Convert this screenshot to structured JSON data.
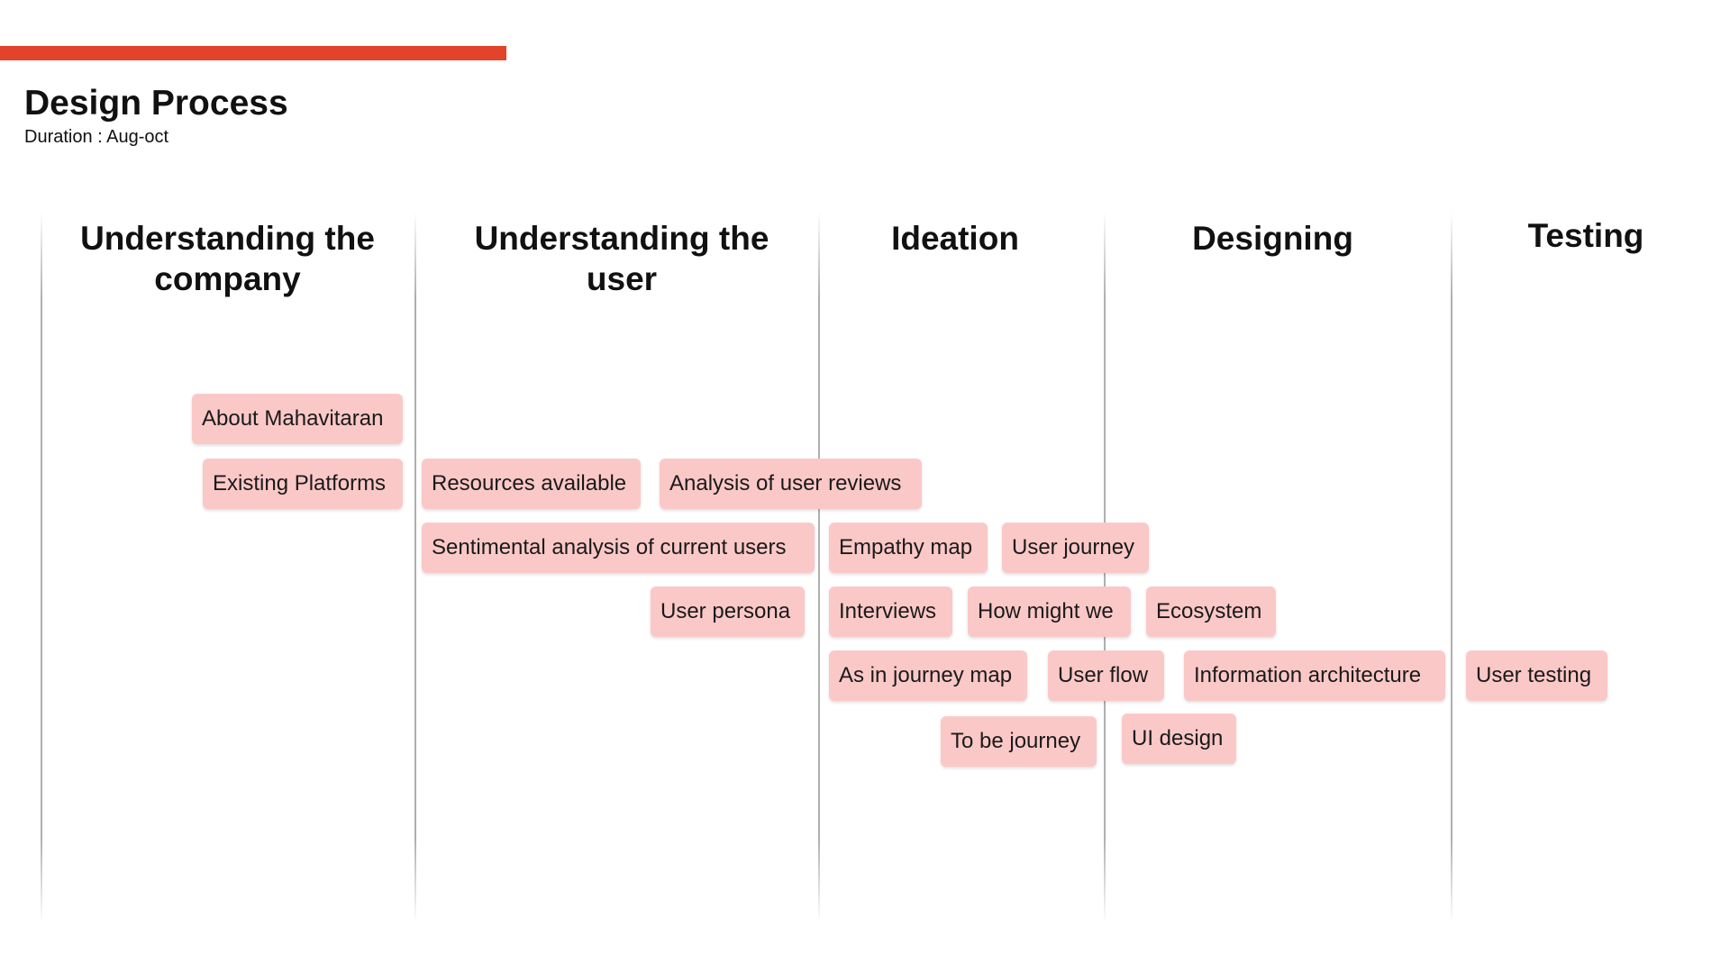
{
  "colors": {
    "accent": "#e3432a",
    "tag_background": "#fbc8c8",
    "divider": "#afafaf"
  },
  "header": {
    "title": "Design Process",
    "subtitle": "Duration : Aug-oct"
  },
  "phases": [
    "Understanding the company",
    "Understanding the user",
    "Ideation",
    "Designing",
    "Testing"
  ],
  "tags": [
    "About Mahavitaran",
    "Existing Platforms",
    "Resources available",
    "Analysis of user reviews",
    "Sentimental analysis of current users",
    "Empathy map",
    "User journey",
    "User persona",
    "Interviews",
    "How might we",
    "Ecosystem",
    "As in journey map",
    "User flow",
    "Information architecture",
    "User testing",
    "To be journey",
    "UI design"
  ]
}
